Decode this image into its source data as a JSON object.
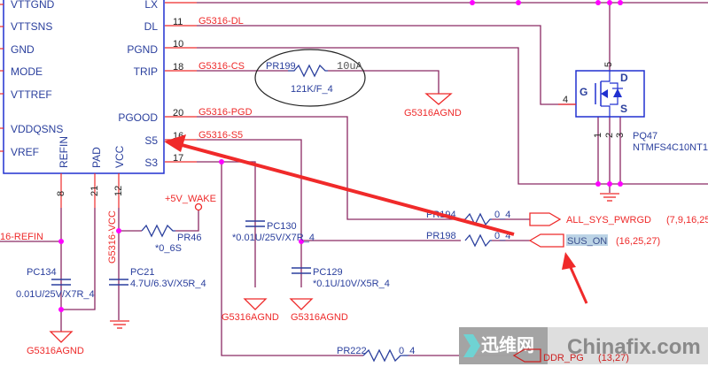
{
  "ic": {
    "left_pins": [
      "VTTGND",
      "VTTSNS",
      "GND",
      "MODE",
      "VTTREF",
      "VDDQSNS",
      "VREF"
    ],
    "right_pins": [
      "LX",
      "DL",
      "PGND",
      "TRIP",
      "PGOOD",
      "S5",
      "S3"
    ],
    "right_pin_numbers": [
      "",
      "11",
      "10",
      "18",
      "20",
      "16",
      "17"
    ],
    "bottom_pins": [
      "REFIN",
      "PAD",
      "VCC"
    ],
    "bottom_pin_numbers": [
      "8",
      "21",
      "12"
    ]
  },
  "nets": {
    "dl": "G5316-DL",
    "cs": "G5316-CS",
    "pgd": "G5316-PGD",
    "s5": "G5316-S5",
    "refin": "16-REFIN",
    "vcc": "G5316-VCC",
    "wake": "+5V_WAKE",
    "agnd": "G5316AGND"
  },
  "components": {
    "pr199": {
      "ref": "PR199",
      "value": "121K/F_4",
      "note": "10uA"
    },
    "pr46": {
      "ref": "PR46",
      "value": "*0_6S"
    },
    "pc134": {
      "ref": "PC134",
      "value": "0.01U/25V/X7R_4"
    },
    "pc21": {
      "ref": "PC21",
      "value": "4.7U/6.3V/X5R_4"
    },
    "pc130": {
      "ref": "PC130",
      "value": "*0.01U/25V/X7R_4"
    },
    "pc129": {
      "ref": "PC129",
      "value": "*0.1U/10V/X5R_4"
    },
    "pr194": {
      "ref": "PR194",
      "value": "0_4"
    },
    "pr198": {
      "ref": "PR198",
      "value": "0_4"
    },
    "pr222": {
      "ref": "PR222",
      "value": "0_4"
    },
    "pq47": {
      "ref": "PQ47",
      "part": "NTMFS4C10NT1",
      "pins": {
        "g": "G",
        "d": "D",
        "s": "S",
        "n4": "4",
        "n5": "5",
        "n1": "1",
        "n2": "2",
        "n3": "3"
      }
    }
  },
  "ports": {
    "all_sys_pwrgd": {
      "label": "ALL_SYS_PWRGD",
      "pages": "(7,9,16,25"
    },
    "sus_on": {
      "label": "SUS_ON",
      "pages": "(16,25,27)"
    },
    "ddr_pg": {
      "label": "DDR_PG",
      "pages": "(13,27)"
    }
  },
  "watermark": {
    "cn": "迅维网",
    "en": "Chinafix.com"
  },
  "colors": {
    "wire": "#8b2a63",
    "pin": "#ee2a2a",
    "body": "#2030d0",
    "junction": "#ff00ff",
    "annotation": "#f02a2a"
  }
}
